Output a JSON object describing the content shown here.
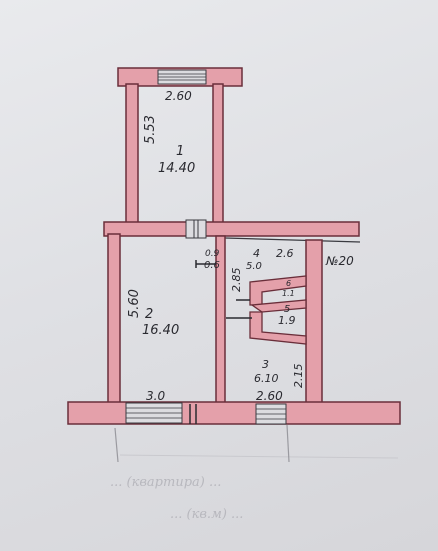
{
  "rooms": [
    {
      "number": "1",
      "area": "14.40"
    },
    {
      "number": "2",
      "area": "16.40"
    },
    {
      "number": "3",
      "area": "6.10"
    },
    {
      "number": "4",
      "area": "5.0"
    },
    {
      "number": "5",
      "area": "1.9"
    },
    {
      "number": "6",
      "area": "1.1"
    }
  ],
  "dimensions": {
    "top_window_width": "2.60",
    "room1_length": "5.53",
    "room2_length": "5.60",
    "bottom_left_width": "3.0",
    "bottom_right_width": "2.60",
    "corridor_width": "2.6",
    "corridor_depth": "2.85",
    "kitchen_height": "2.15",
    "door_width": "0.6",
    "door_small": "0.9"
  },
  "apartment_number": "№20",
  "faint_background_text": [
    "... (квартира) ...",
    "... (кв.м) ..."
  ],
  "colors": {
    "wall_fill": "#e4a0aa",
    "wall_outline": "#6a2e3a",
    "ink": "#2a2a30",
    "paper": "#e3e4e8"
  }
}
